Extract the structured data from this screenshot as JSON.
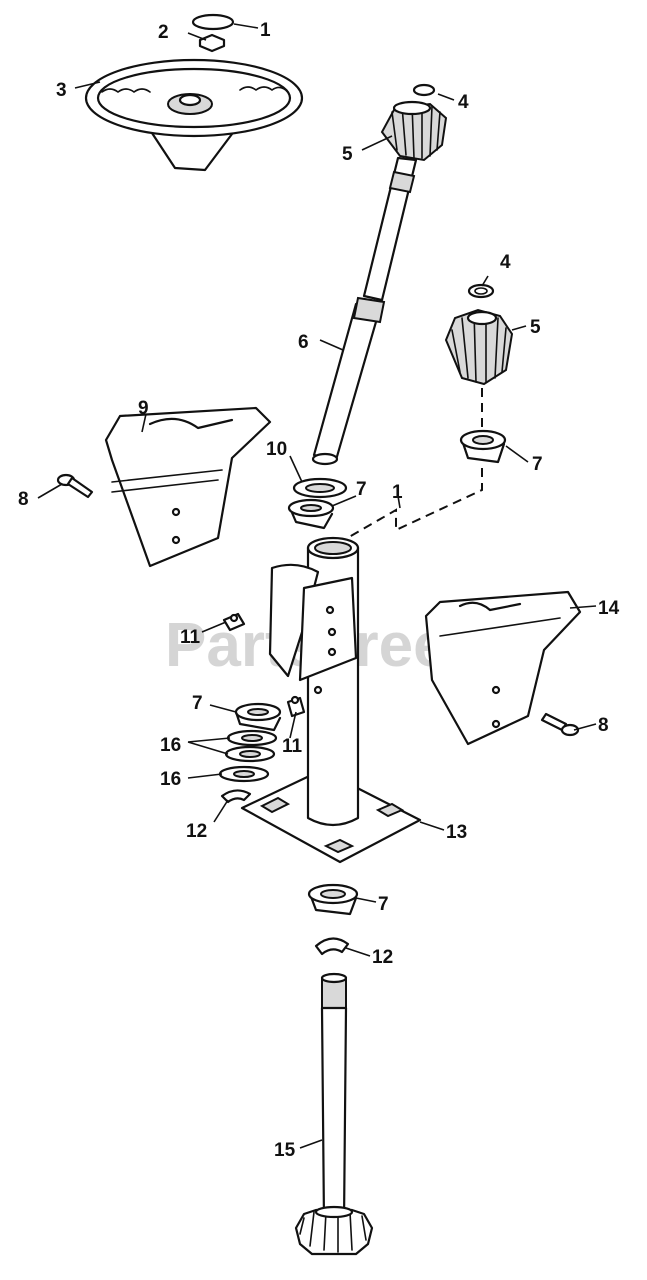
{
  "watermark": "PartsTree",
  "callouts": {
    "c1": "1",
    "c2": "2",
    "c3": "3",
    "c4a": "4",
    "c5a": "5",
    "c4b": "4",
    "c5b": "5",
    "c6": "6",
    "c7a": "7",
    "c9": "9",
    "c10": "10",
    "c7b": "7",
    "c1b": "1",
    "c8a": "8",
    "c11a": "11",
    "c14": "14",
    "c8b": "8",
    "c7c": "7",
    "c16a": "16",
    "c11b": "11",
    "c16b": "16",
    "c12a": "12",
    "c13": "13",
    "c7d": "7",
    "c12b": "12",
    "c15": "15"
  }
}
